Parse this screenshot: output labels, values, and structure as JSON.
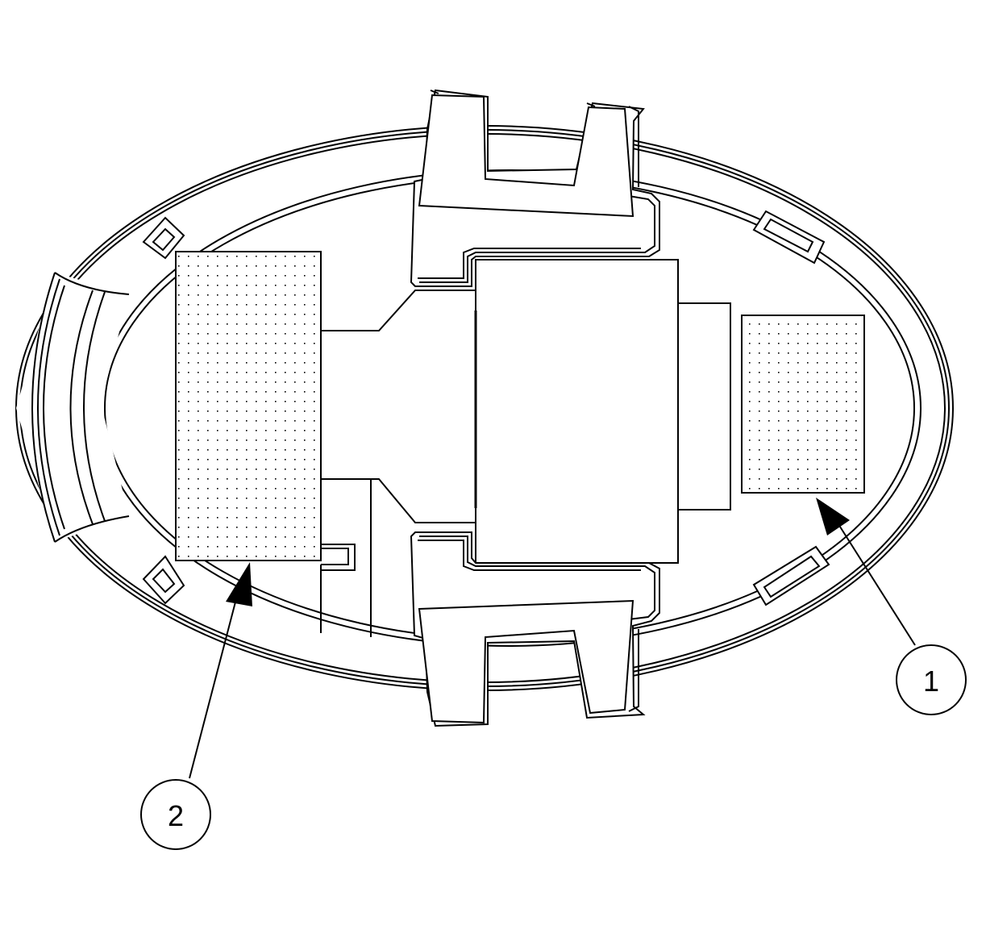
{
  "callouts": [
    {
      "id": "callout-1",
      "label": "1"
    },
    {
      "id": "callout-2",
      "label": "2"
    }
  ],
  "colors": {
    "line": "#000000",
    "background": "#ffffff",
    "dot_fill": "#000000"
  }
}
